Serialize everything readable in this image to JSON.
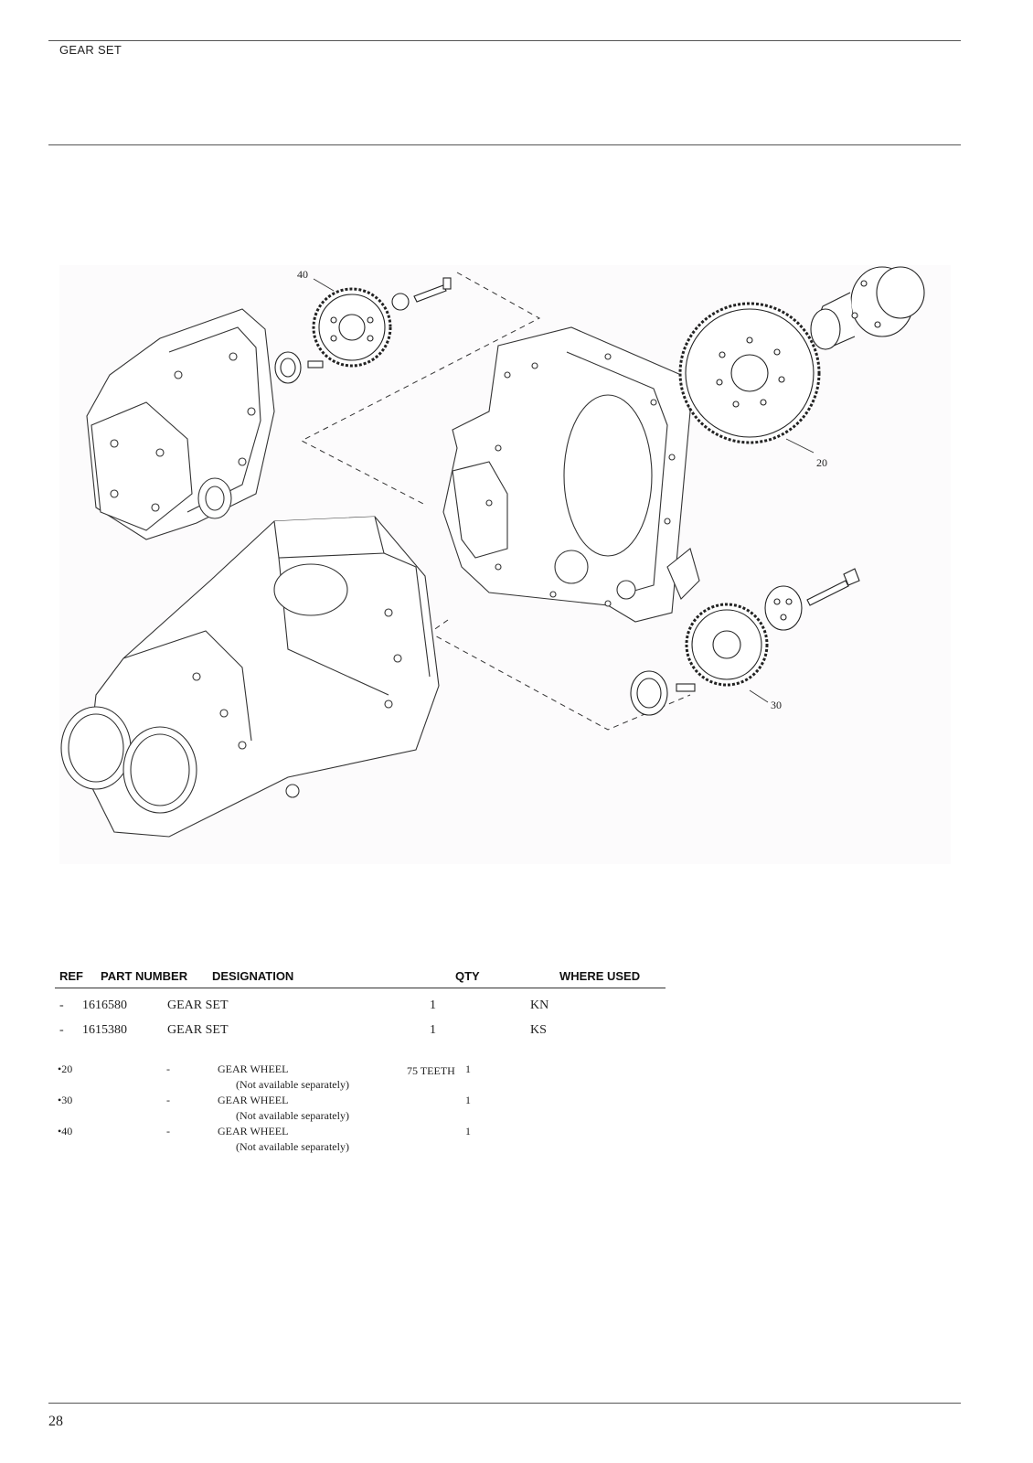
{
  "header": {
    "title": "GEAR SET"
  },
  "figure": {
    "callouts": {
      "c40": "40",
      "c20": "20",
      "c30": "30"
    }
  },
  "table": {
    "headers": {
      "ref": "REF",
      "part_number": "PART NUMBER",
      "designation": "DESIGNATION",
      "qty": "QTY",
      "where_used": "WHERE USED"
    },
    "main_rows": [
      {
        "ref": "-",
        "part_number": "1616580",
        "designation": "GEAR SET",
        "qty": "1",
        "where_used": "KN"
      },
      {
        "ref": "-",
        "part_number": "1615380",
        "designation": "GEAR SET",
        "qty": "1",
        "where_used": "KS"
      }
    ],
    "sub_rows": [
      {
        "ref": "•20",
        "dash": "-",
        "designation": "GEAR WHEEL",
        "spec": "75 TEETH",
        "qty": "1",
        "note": "(Not available separately)"
      },
      {
        "ref": "•30",
        "dash": "-",
        "designation": "GEAR WHEEL",
        "spec": "",
        "qty": "1",
        "note": "(Not available separately)"
      },
      {
        "ref": "•40",
        "dash": "-",
        "designation": "GEAR WHEEL",
        "spec": "",
        "qty": "1",
        "note": "(Not available separately)"
      }
    ]
  },
  "footer": {
    "page_number": "28"
  }
}
